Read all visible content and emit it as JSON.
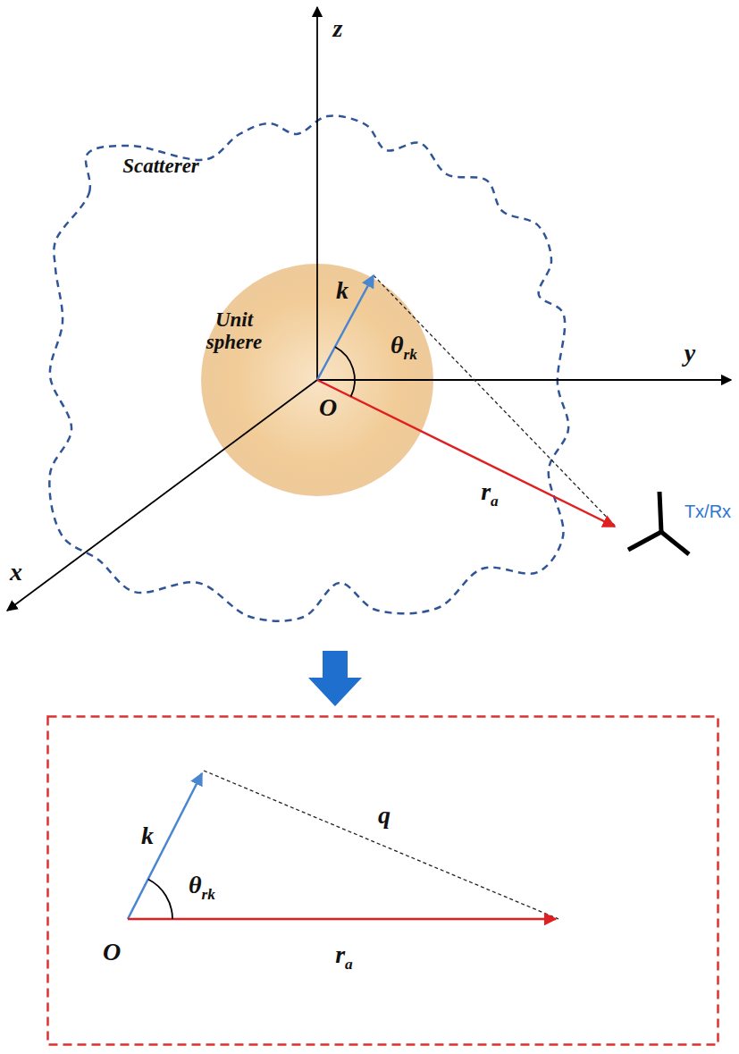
{
  "diagram": {
    "nodes": [
      {
        "text": [
          "Scatterer"
        ]
      },
      {
        "text": [
          "Unit sphere"
        ],
        "in": 0
      },
      {
        "text": [
          "k",
          "q",
          "θrk",
          "O",
          "ra"
        ]
      }
    ],
    "labels": [
      "z",
      "y",
      "x",
      "O",
      "k",
      "θrk",
      "ra",
      "Tx/Rx"
    ]
  }
}
